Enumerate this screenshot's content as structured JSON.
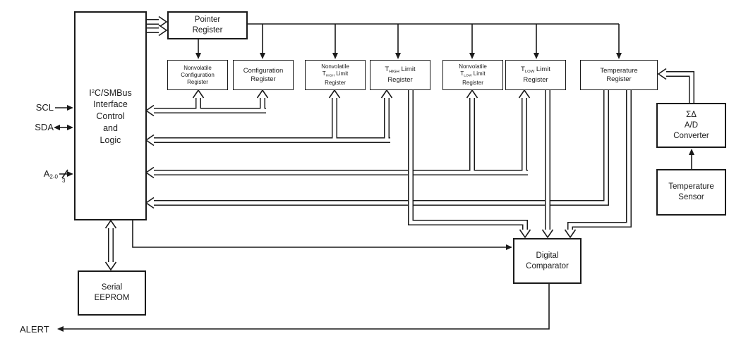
{
  "pins": {
    "scl": "SCL",
    "sda": "SDA",
    "addr_base": "A",
    "addr_sub": "2-0",
    "addr_width": "3",
    "alert": "ALERT"
  },
  "blocks": {
    "i2c": {
      "l1_pre": "I",
      "l1_sup": "2",
      "l1_post": "C/SMBus",
      "l2": "Interface",
      "l3": "Control",
      "l4": "and",
      "l5": "Logic"
    },
    "pointer": {
      "l1": "Pointer",
      "l2": "Register"
    },
    "nv_config": {
      "l1": "Nonvolatile",
      "l2": "Configuration",
      "l3": "Register"
    },
    "config": {
      "l1": "Configuration",
      "l2": "Register"
    },
    "nv_thigh": {
      "l1": "Nonvolatile",
      "l2_pre": "T",
      "l2_sub": "HIGH",
      "l2_post": " Limit",
      "l3": "Register"
    },
    "thigh": {
      "l1_pre": "T",
      "l1_sub": "HIGH",
      "l1_post": " Limit",
      "l2": "Register"
    },
    "nv_tlow": {
      "l1": "Nonvolatile",
      "l2_pre": "T",
      "l2_sub": "LOW",
      "l2_post": " Limit",
      "l3": "Register"
    },
    "tlow": {
      "l1_pre": "T",
      "l1_sub": "LOW",
      "l1_post": " Limit",
      "l2": "Register"
    },
    "temp_reg": {
      "l1": "Temperature",
      "l2": "Register"
    },
    "adc": {
      "l1": "ΣΔ",
      "l2": "A/D",
      "l3": "Converter"
    },
    "temp_sensor": {
      "l1": "Temperature",
      "l2": "Sensor"
    },
    "comparator": {
      "l1": "Digital",
      "l2": "Comparator"
    },
    "eeprom": {
      "l1": "Serial",
      "l2": "EEPROM"
    }
  },
  "colors": {
    "line": "#1a1a1a",
    "background": "#ffffff"
  }
}
